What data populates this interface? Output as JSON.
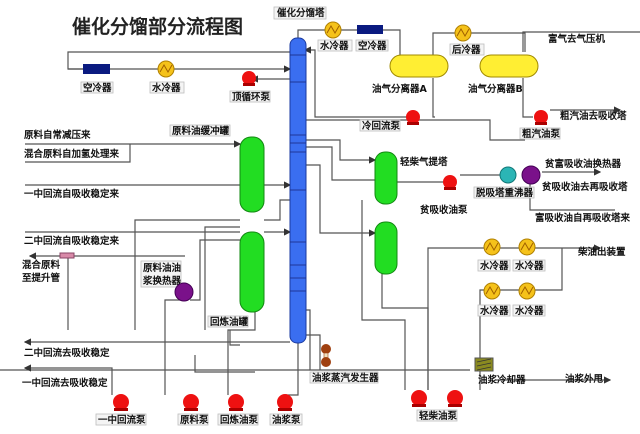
{
  "title": "催化分馏部分流程图",
  "colors": {
    "column": "#3a6ef0",
    "vessel_green": "#22dd22",
    "separator_yellow": "#ffee33",
    "pump_red": "#ee1111",
    "cooler_orange": "#f5c21a",
    "exchanger_purple": "#7a118a",
    "reboiler_teal": "#2bb5b5",
    "air_cooler_navy": "#0a1a80",
    "steam_gen_brown": "#a04010",
    "slurry_cooler_olive": "#8a8a20"
  },
  "equipment": {
    "main_column": "催化分馏塔",
    "top_water_cooler": "水冷器",
    "top_air_cooler": "空冷器",
    "separator_a": "油气分离器A",
    "after_cooler": "后冷器",
    "separator_b": "油气分离器B",
    "cold_reflux_pump": "冷回流泵",
    "crude_gasoline_pump": "粗汽油泵",
    "tr_air_cooler": "空冷器",
    "tr_water_cooler": "水冷器",
    "top_circ_pump": "顶循环泵",
    "feed_buffer_tank": "原料油缓冲罐",
    "light_diesel_stripper": "轻柴气提塔",
    "lean_absorb_pump": "贫吸收油泵",
    "desorber_reboiler": "脱吸塔重沸器",
    "lean_rich_exchanger": "贫富吸收油换热器",
    "feed_slurry_exchanger": "原料油油浆换热器",
    "recycle_oil_tank": "回炼油罐",
    "diesel_coolers": [
      "水冷器",
      "水冷器",
      "水冷器",
      "水冷器"
    ],
    "slurry_steam_gen": "油浆蒸汽发生器",
    "slurry_cooler": "油浆冷却器",
    "light_diesel_pump": "轻柴油泵",
    "mid1_reflux_pump": "一中回流泵",
    "feed_pump": "原料泵",
    "recycle_oil_pump": "回炼油泵",
    "slurry_pump": "油浆泵"
  },
  "streams": {
    "rich_gas": "富气去气压机",
    "crude_gasoline_out": "粗汽油去吸收塔",
    "feed_from_atm_vac": "原料自常减压来",
    "mixed_feed_from_hydro": "混合原料自加氢处理来",
    "mid1_from_absorb": "一中回流自吸收稳定来",
    "mid2_from_absorb": "二中回流自吸收稳定来",
    "mixed_feed_to_riser": "混合原料至提升管",
    "mid2_to_absorb": "二中回流去吸收稳定",
    "mid1_to_absorb": "一中回流去吸收稳定",
    "lean_oil_to_reabsorb": "贫吸收油去再吸收塔",
    "rich_oil_from_reabsorb": "富吸收油自再吸收塔来",
    "diesel_out": "柴油出装置",
    "slurry_export": "油浆外甩"
  }
}
